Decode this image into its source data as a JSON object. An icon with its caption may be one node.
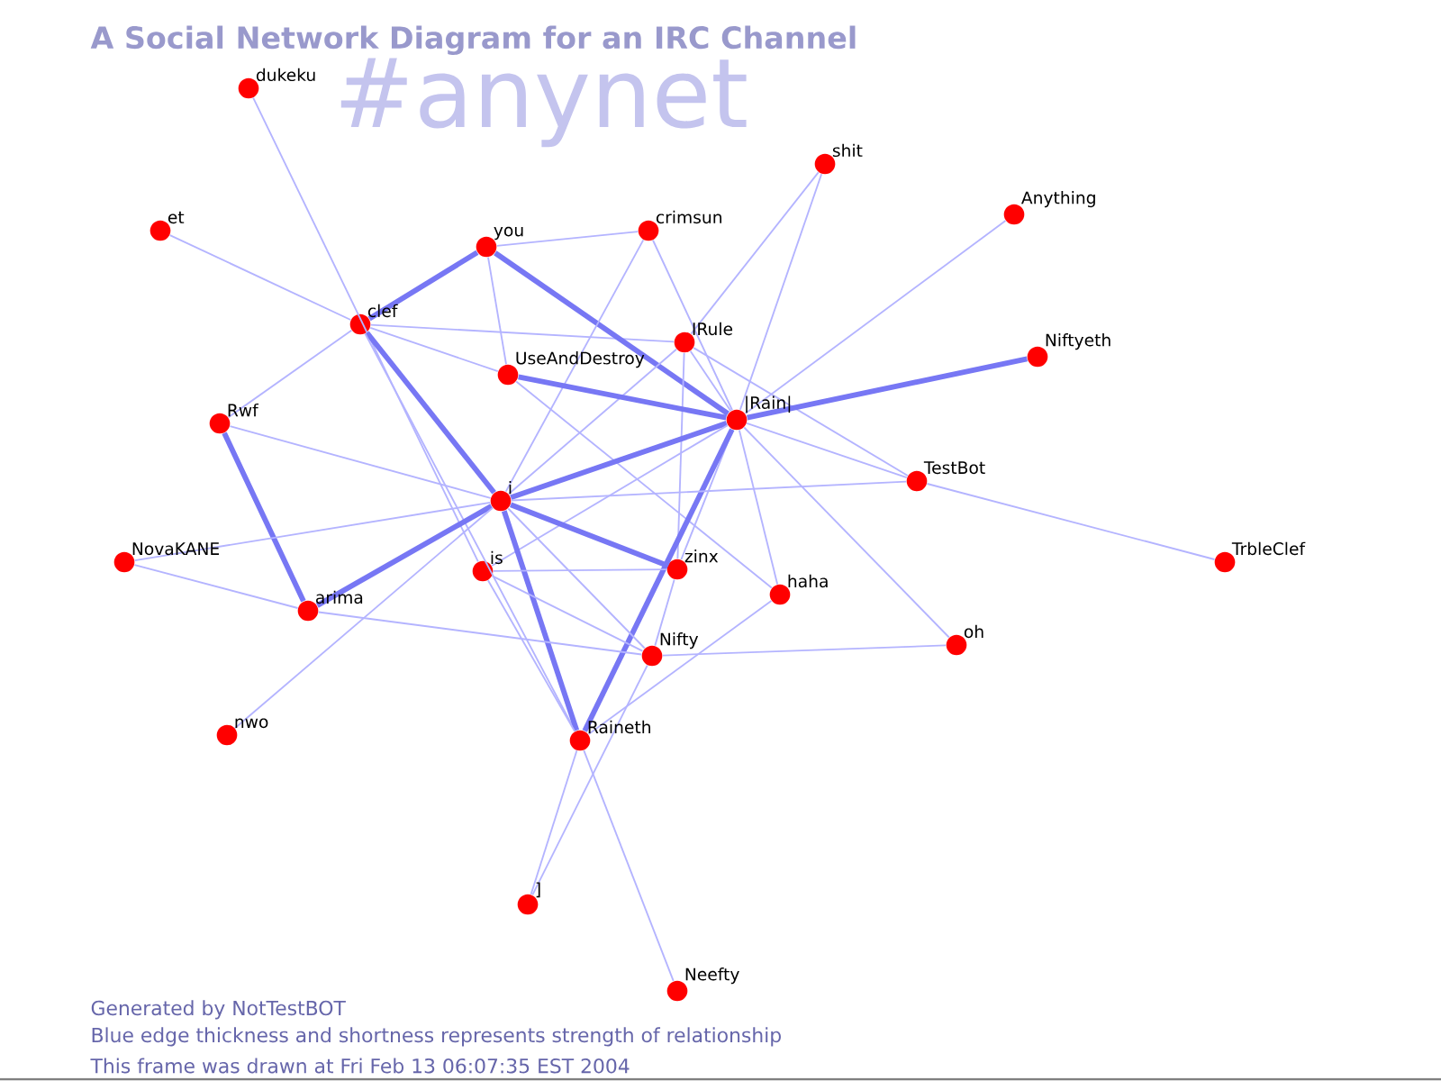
{
  "diagram": {
    "title": "A Social Network Diagram for an IRC Channel",
    "nodes": [
      {
        "text": [
          "dukeku"
        ]
      },
      {
        "text": [
          "et"
        ]
      },
      {
        "text": [
          "you"
        ]
      },
      {
        "text": [
          "crimsun"
        ]
      },
      {
        "text": [
          "shit"
        ]
      },
      {
        "text": [
          "Anything"
        ]
      },
      {
        "text": [
          "clef"
        ]
      },
      {
        "text": [
          "IRule"
        ]
      },
      {
        "text": [
          "UseAndDestroy"
        ]
      },
      {
        "text": [
          "Rwf"
        ]
      },
      {
        "text": [
          "|Rain|"
        ]
      },
      {
        "text": [
          "Niftyeth"
        ]
      },
      {
        "text": [
          "TestBot"
        ]
      },
      {
        "text": [
          "i"
        ]
      },
      {
        "text": [
          "NovaKANE"
        ]
      },
      {
        "text": [
          "TrbleClef"
        ]
      },
      {
        "text": [
          "is"
        ]
      },
      {
        "text": [
          "zinx"
        ]
      },
      {
        "text": [
          "haha"
        ]
      },
      {
        "text": [
          "arima"
        ]
      },
      {
        "text": [
          "oh"
        ]
      },
      {
        "text": [
          "Nifty"
        ]
      },
      {
        "text": [
          "nwo"
        ]
      },
      {
        "text": [
          "Raineth"
        ]
      },
      {
        "text": [
          "]"
        ]
      },
      {
        "text": [
          "Neefty"
        ]
      }
    ],
    "edges": [
      {
        "from": 0,
        "to": 16,
        "arrow": "none"
      },
      {
        "from": 1,
        "to": 6,
        "arrow": "none"
      },
      {
        "from": 6,
        "to": 2,
        "arrow": "none",
        "style": "thick"
      },
      {
        "from": 6,
        "to": 7,
        "arrow": "none"
      },
      {
        "from": 6,
        "to": 8,
        "arrow": "none"
      },
      {
        "from": 6,
        "to": 9,
        "arrow": "none"
      },
      {
        "from": 6,
        "to": 13,
        "arrow": "none",
        "style": "thick"
      },
      {
        "from": 6,
        "to": 23,
        "arrow": "none"
      },
      {
        "from": 2,
        "to": 3,
        "arrow": "none"
      },
      {
        "from": 2,
        "to": 8,
        "arrow": "none"
      },
      {
        "from": 2,
        "to": 10,
        "arrow": "none",
        "style": "thick"
      },
      {
        "from": 3,
        "to": 13,
        "arrow": "none"
      },
      {
        "from": 3,
        "to": 10,
        "arrow": "none"
      },
      {
        "from": 4,
        "to": 7,
        "arrow": "none"
      },
      {
        "from": 4,
        "to": 10,
        "arrow": "none"
      },
      {
        "from": 5,
        "to": 10,
        "arrow": "none"
      },
      {
        "from": 7,
        "to": 10,
        "arrow": "none"
      },
      {
        "from": 7,
        "to": 13,
        "arrow": "none"
      },
      {
        "from": 7,
        "to": 17,
        "arrow": "none"
      },
      {
        "from": 7,
        "to": 12,
        "arrow": "none"
      },
      {
        "from": 8,
        "to": 10,
        "arrow": "none",
        "style": "thick"
      },
      {
        "from": 8,
        "to": 18,
        "arrow": "none"
      },
      {
        "from": 10,
        "to": 11,
        "arrow": "none",
        "style": "thick"
      },
      {
        "from": 10,
        "to": 12,
        "arrow": "none"
      },
      {
        "from": 10,
        "to": 13,
        "arrow": "none",
        "style": "thick"
      },
      {
        "from": 10,
        "to": 17,
        "arrow": "none"
      },
      {
        "from": 10,
        "to": 23,
        "arrow": "none",
        "style": "thick"
      },
      {
        "from": 10,
        "to": 18,
        "arrow": "none"
      },
      {
        "from": 10,
        "to": 16,
        "arrow": "none"
      },
      {
        "from": 10,
        "to": 20,
        "arrow": "none"
      },
      {
        "from": 9,
        "to": 13,
        "arrow": "none"
      },
      {
        "from": 9,
        "to": 19,
        "arrow": "none",
        "style": "thick"
      },
      {
        "from": 12,
        "to": 15,
        "arrow": "none"
      },
      {
        "from": 12,
        "to": 13,
        "arrow": "none"
      },
      {
        "from": 13,
        "to": 14,
        "arrow": "none"
      },
      {
        "from": 13,
        "to": 19,
        "arrow": "none",
        "style": "thick"
      },
      {
        "from": 13,
        "to": 17,
        "arrow": "none",
        "style": "thick"
      },
      {
        "from": 13,
        "to": 21,
        "arrow": "none"
      },
      {
        "from": 13,
        "to": 23,
        "arrow": "none",
        "style": "thick"
      },
      {
        "from": 13,
        "to": 22,
        "arrow": "none"
      },
      {
        "from": 14,
        "to": 19,
        "arrow": "none"
      },
      {
        "from": 16,
        "to": 17,
        "arrow": "none"
      },
      {
        "from": 16,
        "to": 21,
        "arrow": "none"
      },
      {
        "from": 16,
        "to": 23,
        "arrow": "none"
      },
      {
        "from": 19,
        "to": 21,
        "arrow": "none"
      },
      {
        "from": 21,
        "to": 20,
        "arrow": "none"
      },
      {
        "from": 21,
        "to": 24,
        "arrow": "none"
      },
      {
        "from": 17,
        "to": 21,
        "arrow": "none"
      },
      {
        "from": 18,
        "to": 23,
        "arrow": "none"
      },
      {
        "from": 23,
        "to": 24,
        "arrow": "none"
      },
      {
        "from": 23,
        "to": 25,
        "arrow": "none"
      }
    ],
    "labels": [
      "#anynet",
      "Generated by NotTestBOT",
      "Blue edge thickness and shortness represents strength of relationship",
      "This frame was drawn at Fri Feb 13 06:07:35 EST 2004"
    ]
  }
}
